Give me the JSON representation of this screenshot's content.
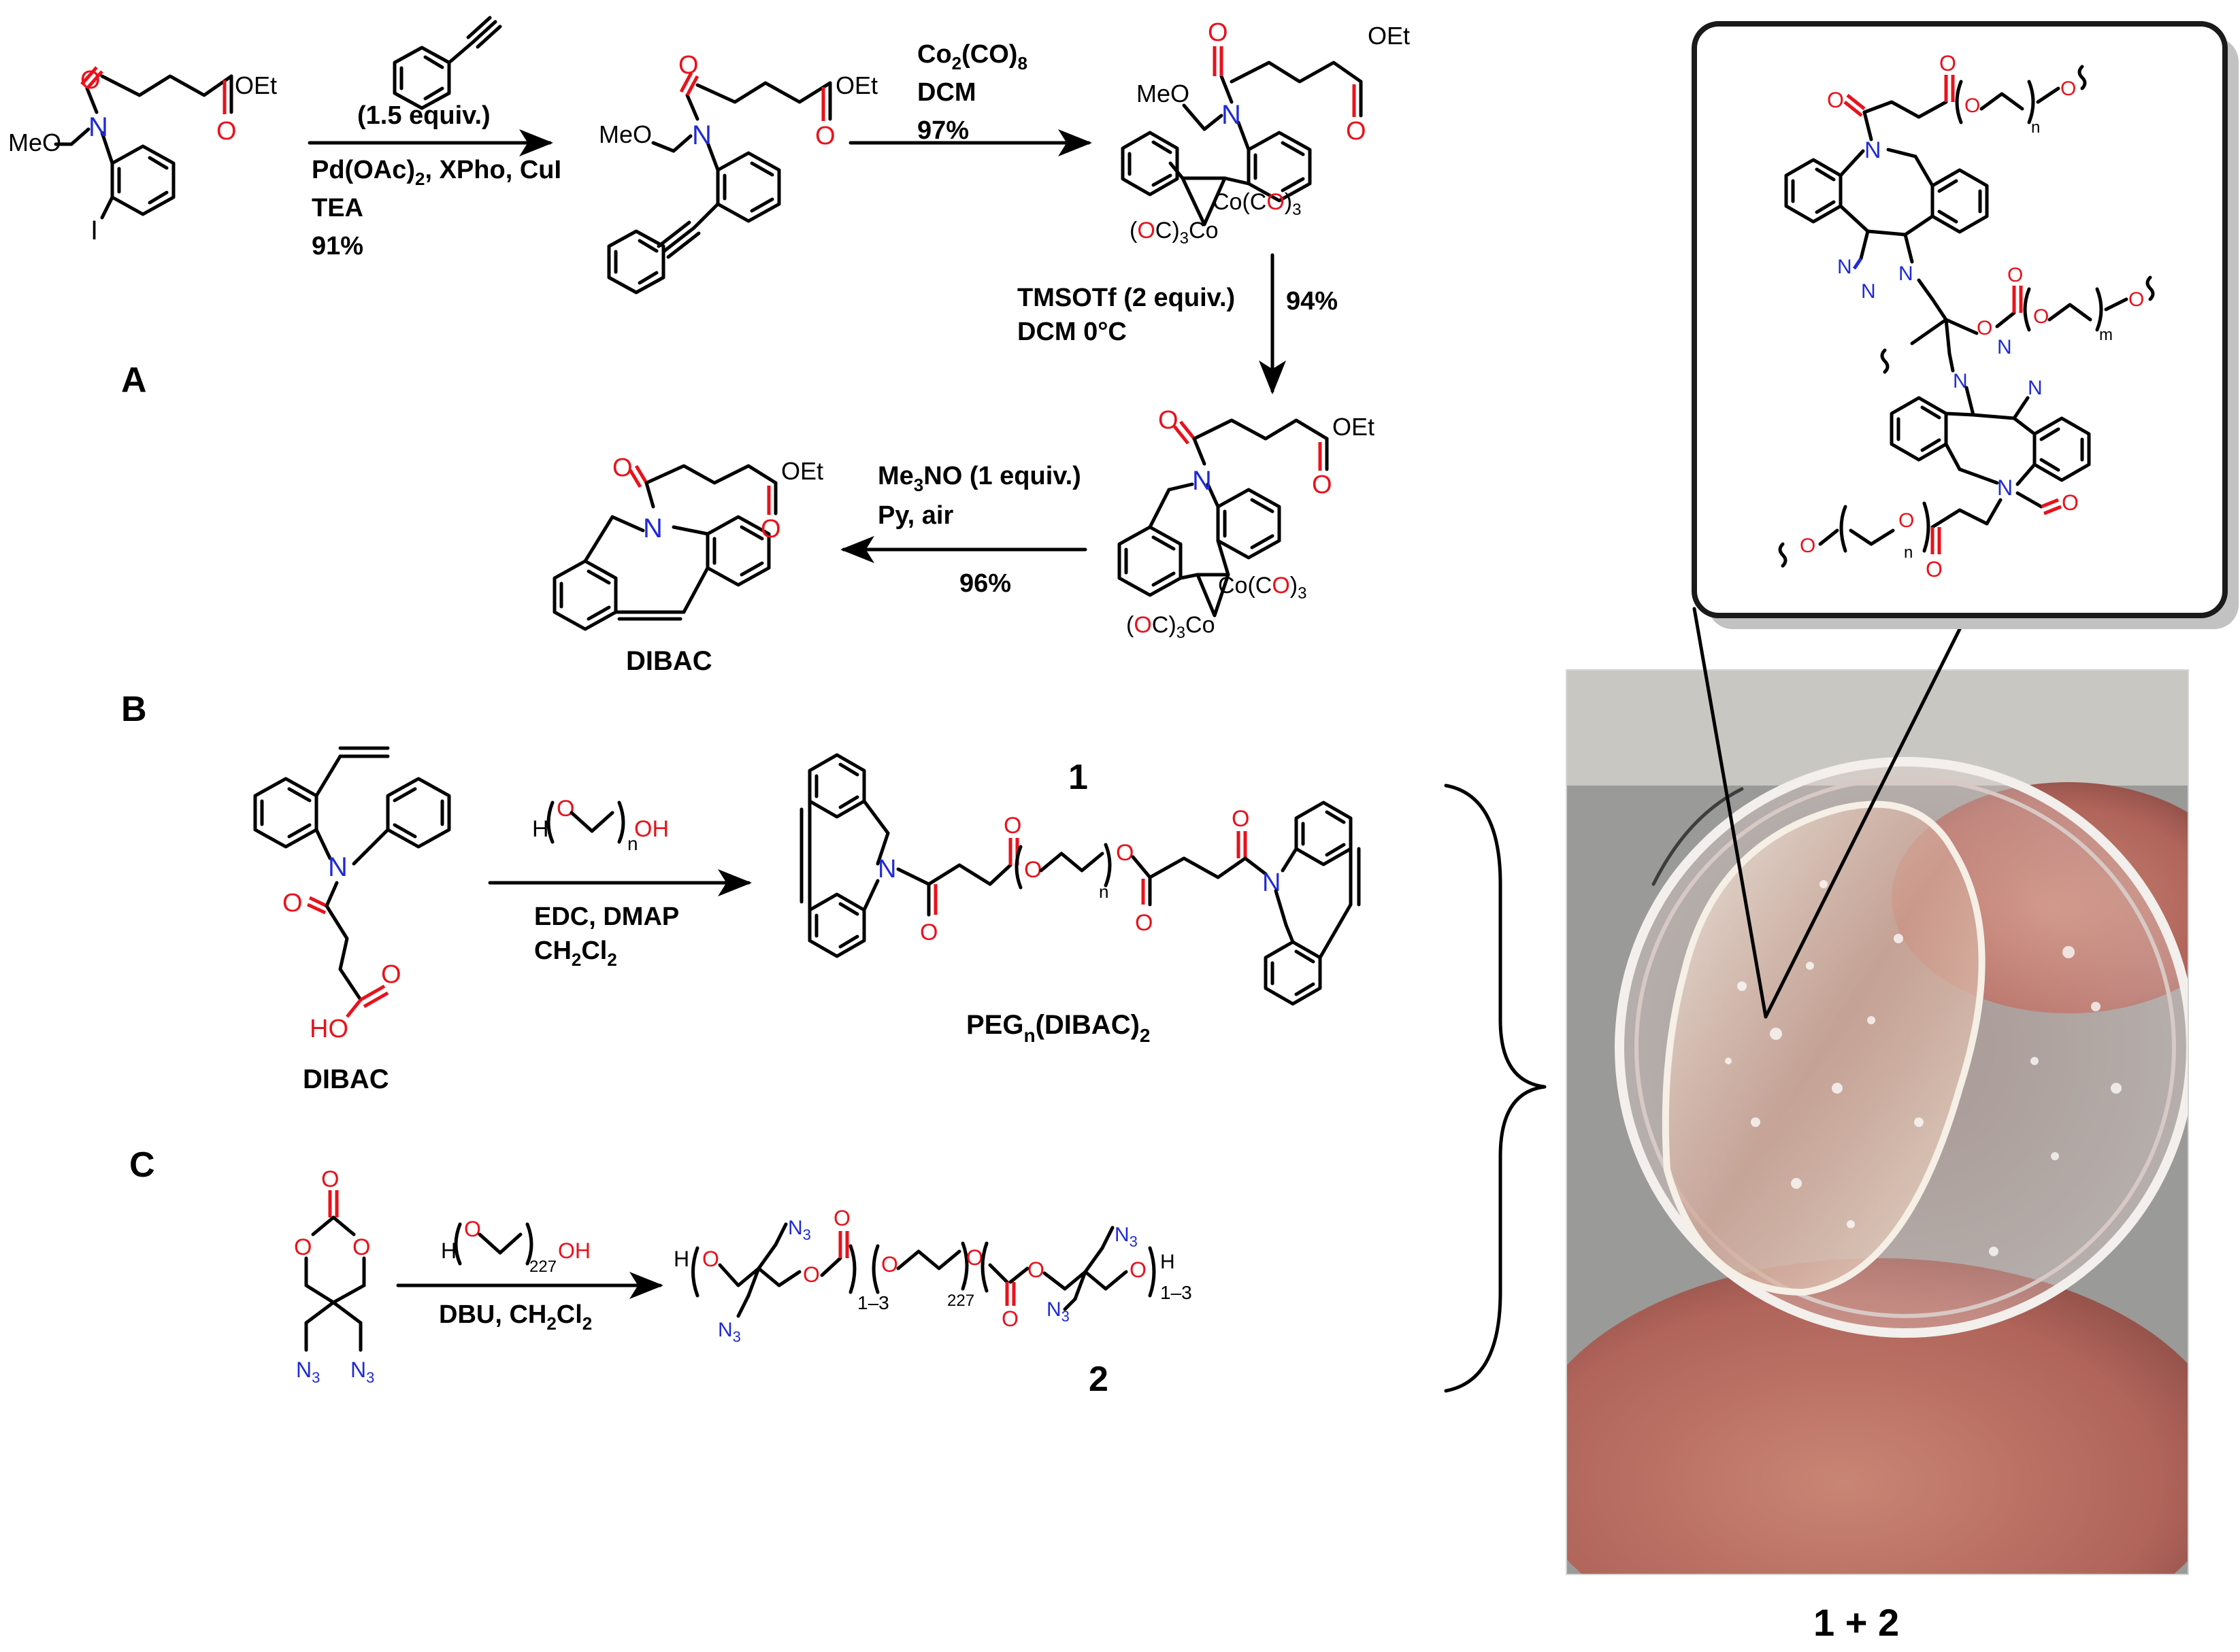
{
  "panels": {
    "a": "A",
    "b": "B",
    "c": "C"
  },
  "schemeA": {
    "step1": {
      "reagent_top": "(1.5 equiv.)",
      "reagent_1": "Pd(OAc)",
      "reagent_1_sub": "2",
      "reagent_1_rest": ", XPho, CuI",
      "base": "TEA",
      "yield": "91%"
    },
    "step2": {
      "reagent_1": "Co",
      "r1_sub": "2",
      "r1_mid": "(CO)",
      "r1_sub2": "8",
      "solvent": "DCM",
      "yield": "97%"
    },
    "step3": {
      "reagent": "TMSOTf (2 equiv.)",
      "conditions": "DCM 0°C",
      "yield": "94%"
    },
    "step4": {
      "reagent_pre": "Me",
      "reagent_sub": "3",
      "reagent_post": "NO (1 equiv.)",
      "conditions": "Py, air",
      "yield": "96%"
    },
    "product": "DIBAC",
    "groups": {
      "oet": "OEt",
      "meo": "MeO",
      "n": "N",
      "i": "I",
      "co_left": "(OC)",
      "co_left_sub": "3",
      "co": "Co",
      "co_right": "Co(CO)",
      "co_right_sub": "3"
    }
  },
  "schemeB": {
    "reactant": "DIBAC",
    "peg_h": "H",
    "peg_o": "O",
    "peg_oh": "OH",
    "peg_n": "n",
    "reagent": "EDC, DMAP",
    "solvent_pre": "CH",
    "solvent_sub1": "2",
    "solvent_mid": "Cl",
    "solvent_sub2": "2",
    "product_number": "1",
    "product_pre": "PEG",
    "product_sub": "n",
    "product_post": "(DIBAC)",
    "product_sub2": "2",
    "groups": {
      "ho": "HO",
      "o": "O",
      "n": "N",
      "n_sub": "n"
    }
  },
  "schemeC": {
    "peg_h": "H",
    "peg_o": "O",
    "peg_oh": "OH",
    "peg_sub": "227",
    "reagent_pre": "DBU, CH",
    "reagent_sub1": "2",
    "reagent_mid": "Cl",
    "reagent_sub2": "2",
    "product_number": "2",
    "groups": {
      "n3": "N",
      "n3_sub": "3",
      "o": "O",
      "h": "H",
      "rep": "1–3"
    }
  },
  "photo": {
    "caption": "1 + 2"
  },
  "inset": {
    "groups": {
      "n": "N",
      "o": "O",
      "n_sub": "n",
      "m_sub": "m"
    }
  }
}
